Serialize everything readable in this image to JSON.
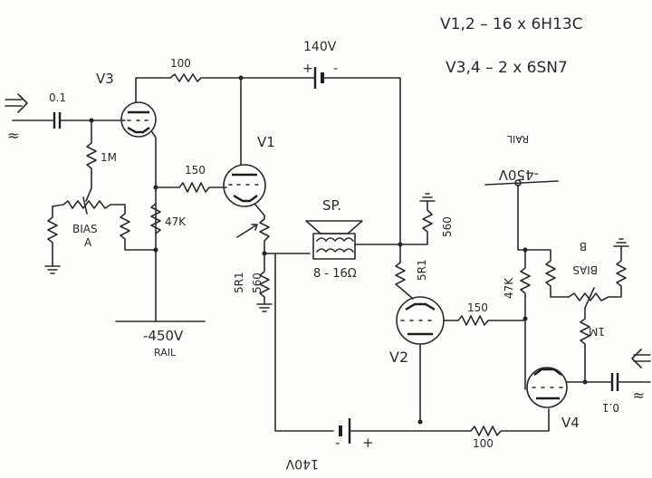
{
  "header": {
    "v12_spec": "V1,2 – 16 x 6H13C",
    "v34_spec": "V3,4 – 2 x 6SN7"
  },
  "tubes": {
    "v1": "V1",
    "v2": "V2",
    "v3": "V3",
    "v4": "V4"
  },
  "components": {
    "r_100_top": "100",
    "battery_top_voltage": "140V",
    "battery_plus": "+",
    "battery_minus": "-",
    "cap_in_left": "0.1",
    "r_1m_left": "1M",
    "bias_a_label": "BIAS",
    "bias_a_sub": "A",
    "r_47k_left": "47K",
    "r_150_left": "150",
    "rail_left_voltage": "-450V",
    "rail_left_label": "RAIL",
    "r_5r1_left": "5R1",
    "r_560_left": "560",
    "speaker_label": "SP.",
    "speaker_impedance": "8 - 16Ω",
    "r_560_right": "560",
    "r_5r1_right": "5R1",
    "r_150_right": "150",
    "r_47k_right": "47K",
    "rail_right_voltage": "-450V",
    "rail_right_label": "RAIL",
    "bias_b_label": "BIAS",
    "bias_b_sub": "B",
    "r_1m_right": "1M",
    "cap_in_right": "0.1",
    "r_100_bottom": "100",
    "battery_bottom_voltage": "140V",
    "battery_bottom_minus": "-",
    "battery_bottom_plus": "+",
    "input_left_symbol": "≈",
    "input_right_symbol": "≈"
  }
}
